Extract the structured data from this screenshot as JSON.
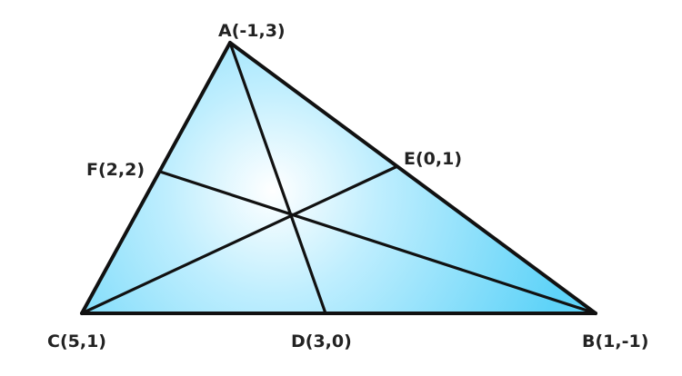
{
  "diagram": {
    "fill_center_color": "#ffffff",
    "fill_edge_color": "#5fd3f8",
    "line_color": "#111111",
    "points": {
      "A": {
        "label": "A(-1,3)"
      },
      "B": {
        "label": "B(1,-1)"
      },
      "C": {
        "label": "C(5,1)"
      },
      "D": {
        "label": "D(3,0)"
      },
      "E": {
        "label": "E(0,1)"
      },
      "F": {
        "label": "F(2,2)"
      }
    }
  }
}
